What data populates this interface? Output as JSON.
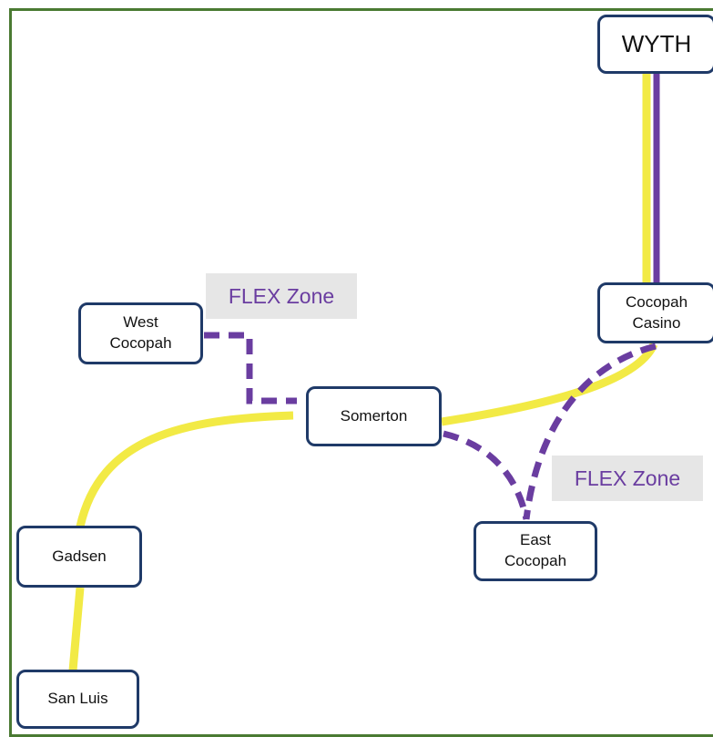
{
  "colors": {
    "frame": "#4a7a32",
    "yellow_route": "#f2ea45",
    "purple_route": "#6a3da0",
    "stop_border": "#1f3a68",
    "flex_zone_bg": "#e6e6e6"
  },
  "stops": {
    "wyth": "WYTH",
    "cocopah_casino": "Cocopah\nCasino",
    "west_cocopah": "West\nCocopah",
    "somerton": "Somerton",
    "east_cocopah": "East\nCocopah",
    "gadsen": "Gadsen",
    "san_luis": "San Luis"
  },
  "flex_zones": {
    "north": "FLEX Zone",
    "south": "FLEX Zone"
  }
}
